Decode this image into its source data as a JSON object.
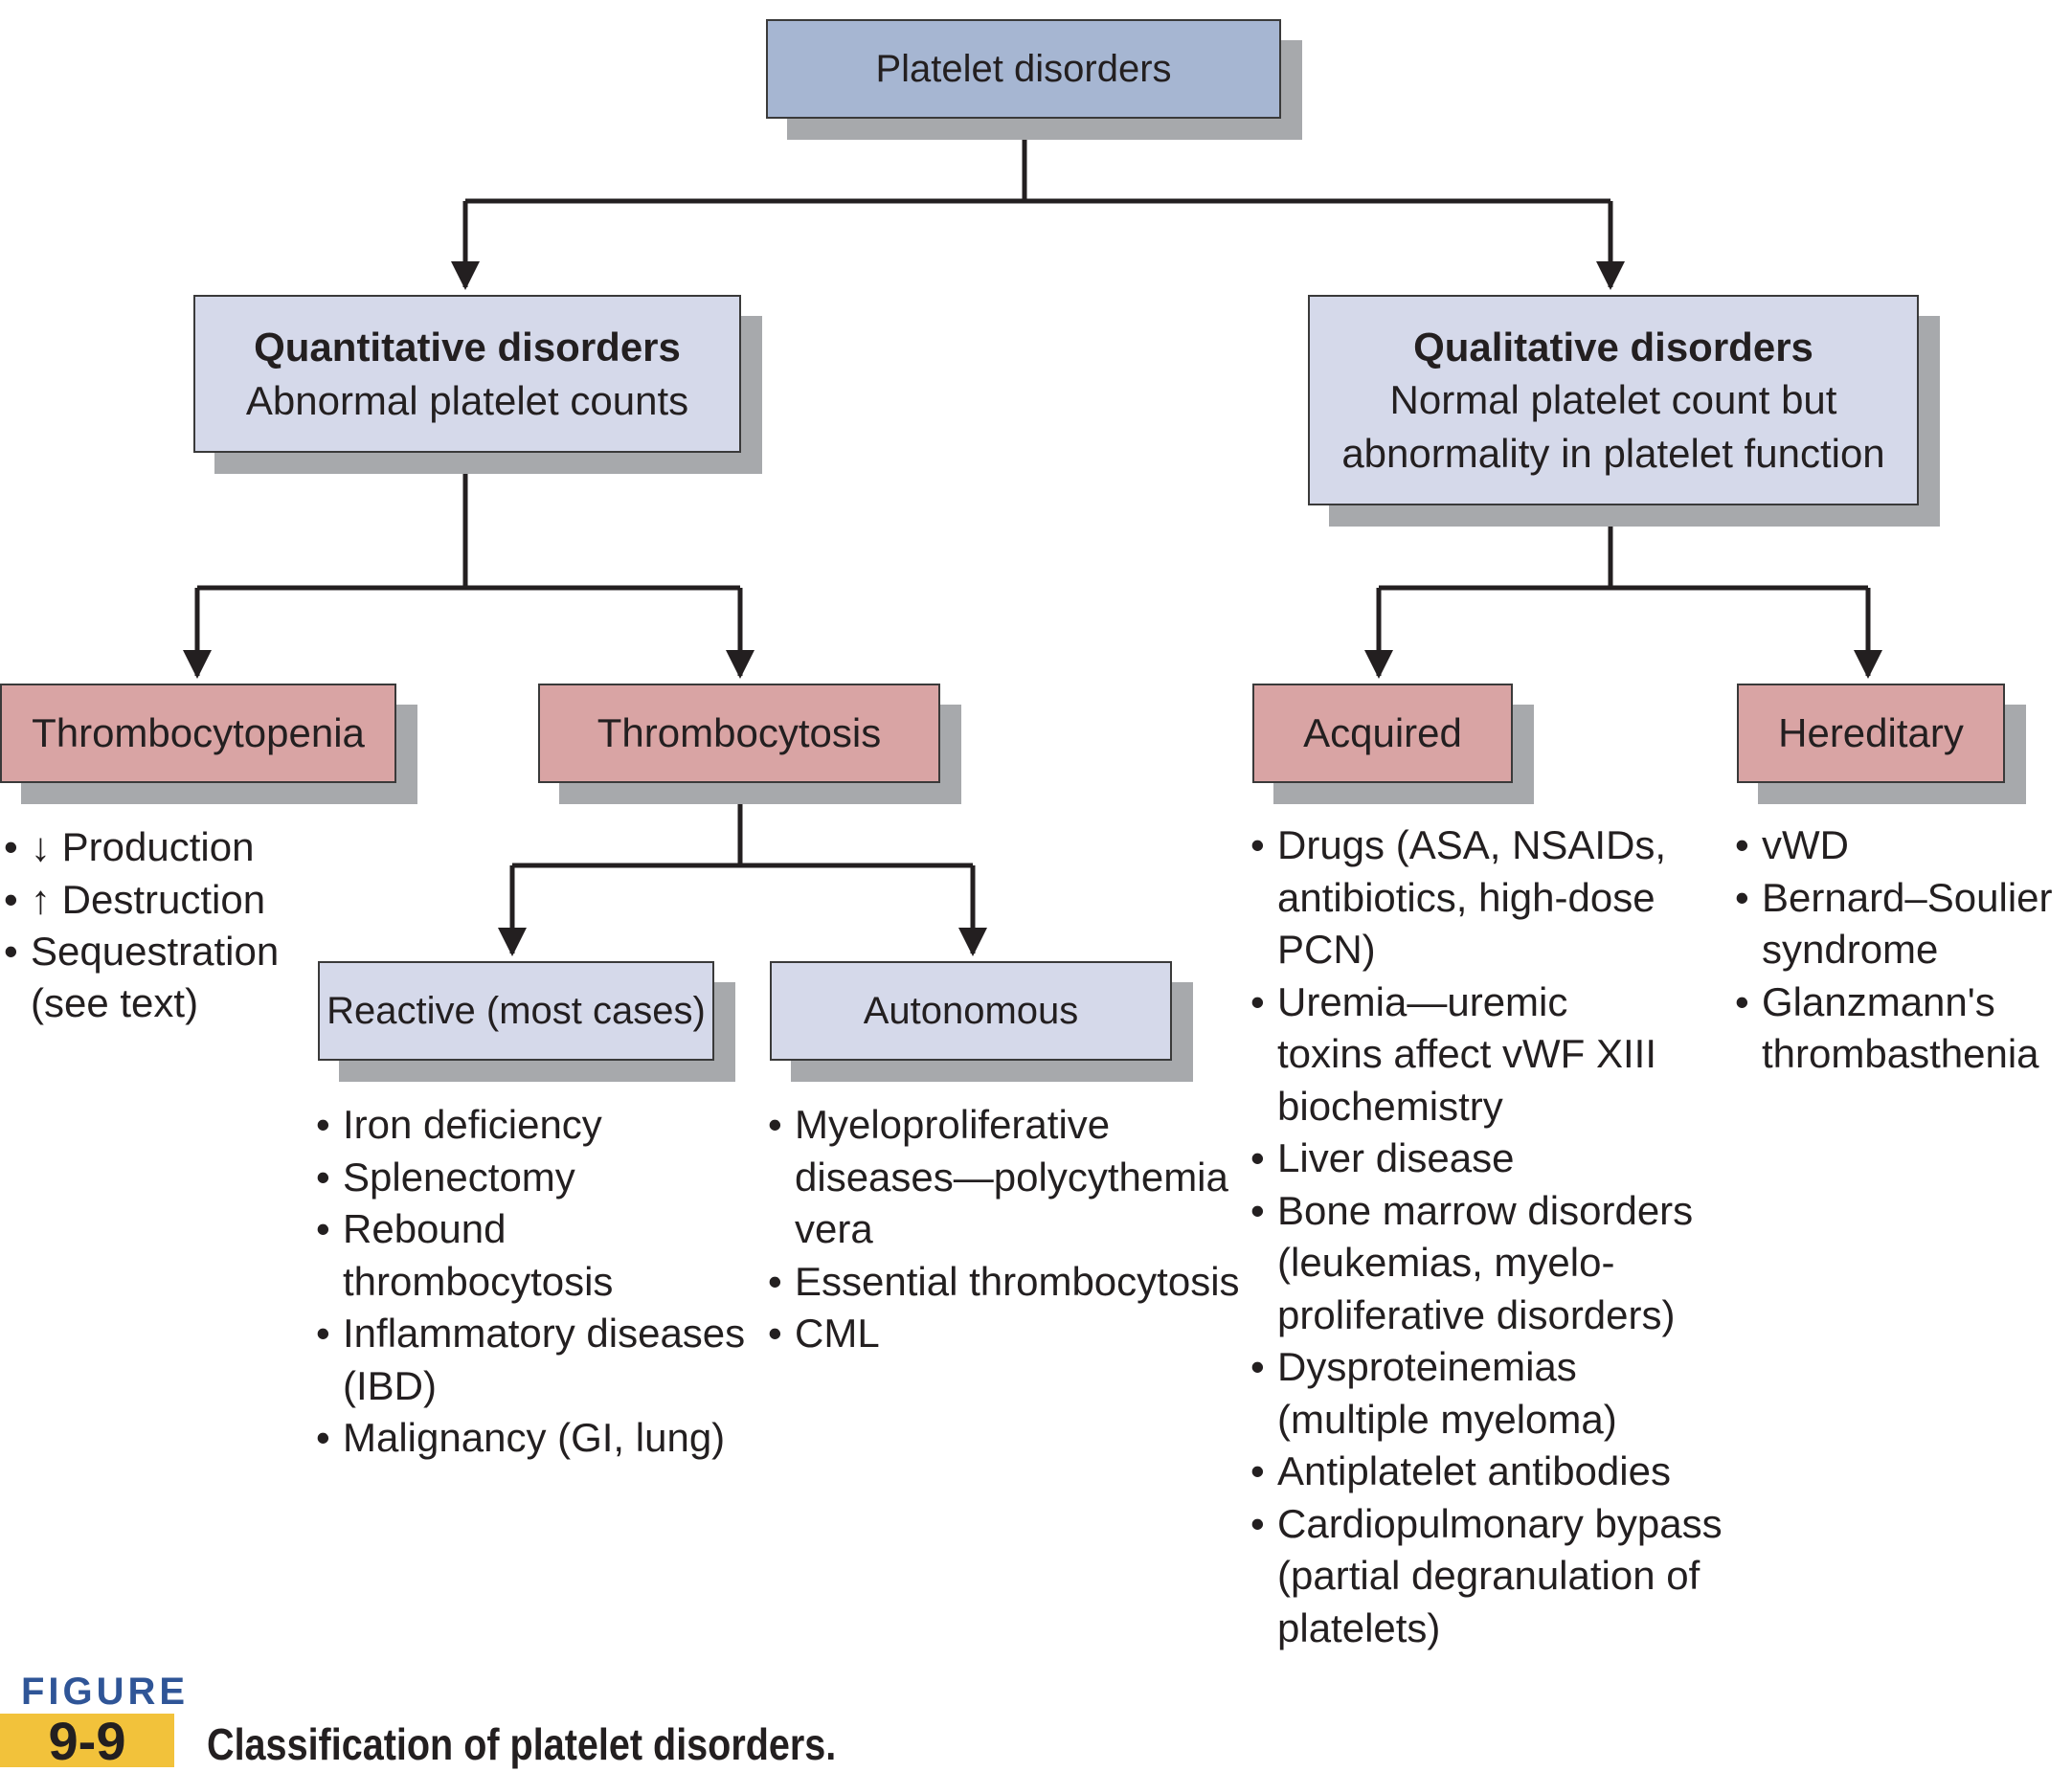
{
  "root": {
    "label": "Platelet disorders"
  },
  "quantitative": {
    "title": "Quantitative disorders",
    "subtitle": "Abnormal platelet counts"
  },
  "qualitative": {
    "title": "Qualitative disorders",
    "line1": "Normal platelet count but",
    "line2": "abnormality in platelet function"
  },
  "thrombocytopenia": {
    "label": "Thrombocytopenia",
    "items": [
      "↓ Production",
      "↑ Destruction",
      "Sequestration",
      "(see text)"
    ]
  },
  "thrombocytosis": {
    "label": "Thrombocytosis"
  },
  "reactive": {
    "label": "Reactive (most cases)",
    "items": [
      "Iron deficiency",
      "Splenectomy",
      "Rebound",
      "thrombocytosis",
      "Inflammatory diseases",
      "(IBD)",
      "Malignancy (GI, lung)"
    ]
  },
  "autonomous": {
    "label": "Autonomous",
    "items": [
      "Myeloproliferative",
      "diseases—polycythemia",
      "vera",
      "Essential thrombocytosis",
      "CML"
    ]
  },
  "acquired": {
    "label": "Acquired",
    "items": [
      "Drugs (ASA, NSAIDs,",
      "antibiotics, high-dose",
      "PCN)",
      "Uremia—uremic",
      "toxins affect vWF XIII",
      "biochemistry",
      "Liver disease",
      "Bone marrow disorders",
      "(leukemias, myelo-",
      "proliferative disorders)",
      "Dysproteinemias",
      "(multiple myeloma)",
      "Antiplatelet antibodies",
      "Cardiopulmonary bypass",
      "(partial degranulation of",
      "platelets)"
    ]
  },
  "hereditary": {
    "label": "Hereditary",
    "items": [
      "vWD",
      "Bernard–Soulier",
      "syndrome",
      "Glanzmann's",
      "thrombasthenia"
    ]
  },
  "figure": {
    "word": "FIGURE",
    "number": "9-9",
    "caption": "Classification of platelet disorders."
  },
  "colors": {
    "root_box": "#a6b6d2",
    "category_box": "#d5d9ea",
    "type_box": "#d9a4a4",
    "shadow": "#a7a9ac",
    "connector": "#231f20",
    "figure_number_bg": "#f2c23b",
    "figure_word": "#2f5597"
  }
}
